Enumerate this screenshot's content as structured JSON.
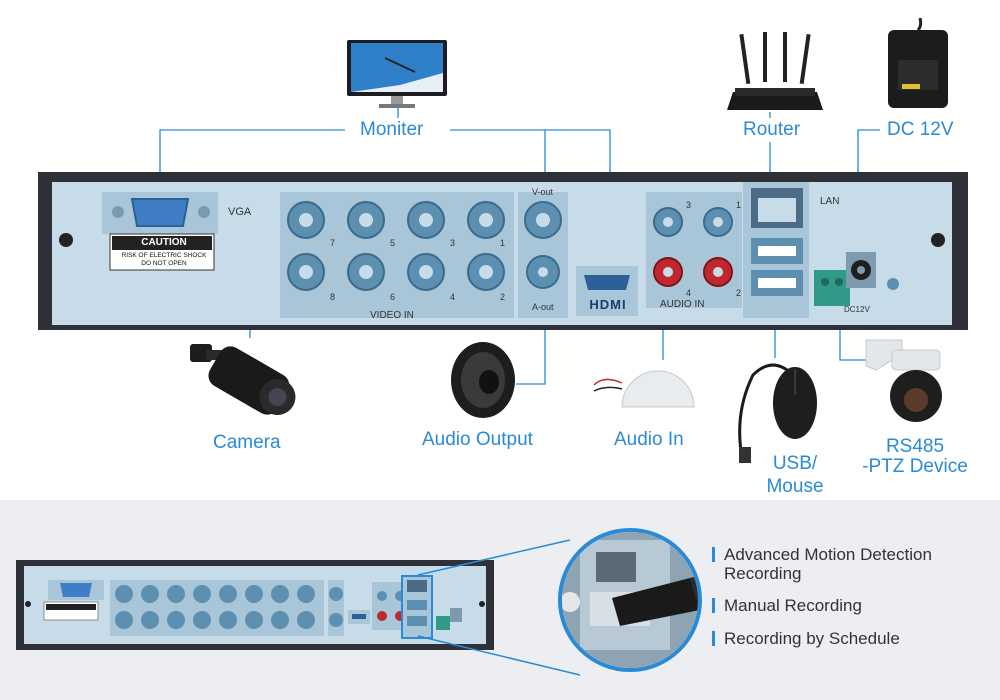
{
  "labels": {
    "moniter": "Moniter",
    "router": "Router",
    "dc12v": "DC 12V",
    "camera": "Camera",
    "audio_output": "Audio Output",
    "audio_in": "Audio In",
    "usb_mouse_line1": "USB/",
    "usb_mouse_line2": "Mouse",
    "rs485_line1": "RS485",
    "rs485_line2": "-PTZ Device"
  },
  "panel": {
    "vga": "VGA",
    "caution": "CAUTION",
    "caution_line1": "RISK OF ELECTRIC SHOCK",
    "caution_line2": "DO NOT OPEN",
    "video_in": "VIDEO IN",
    "v_out": "V-out",
    "a_out": "A-out",
    "hdmi": "HDMI",
    "audio_in": "AUDIO IN",
    "lan": "LAN",
    "dc12v": "DC12V",
    "bnc_top": [
      "7",
      "5",
      "3",
      "1"
    ],
    "bnc_bottom": [
      "8",
      "6",
      "4",
      "2"
    ],
    "audio_nums": [
      "3",
      "1",
      "4",
      "2"
    ]
  },
  "features": [
    {
      "line1": "Advanced Motion Detection",
      "line2": "Recording"
    },
    {
      "line1": "Manual Recording",
      "line2": ""
    },
    {
      "line1": "Recording by Schedule",
      "line2": ""
    }
  ],
  "colors": {
    "accent": "#2a8ad6",
    "panel": "#c7dbe8",
    "chassis": "#2e3138"
  }
}
